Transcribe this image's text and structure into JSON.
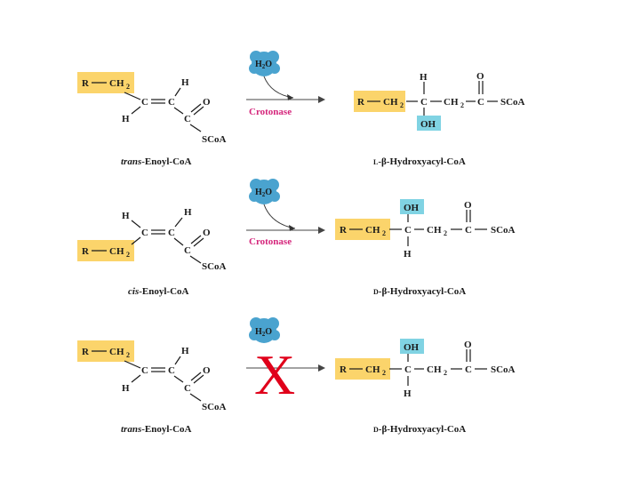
{
  "labels": {
    "r_group": "R",
    "ch2": "CH",
    "two": "2",
    "h": "H",
    "c": "C",
    "o": "O",
    "oh": "OH",
    "scoa": "SCoA",
    "water": "H",
    "water_two": "2",
    "water_o": "O",
    "enzyme": "Crotonase",
    "x_mark": "X"
  },
  "reactions": [
    {
      "substrate_prefix": "trans",
      "substrate_suffix": "-Enoyl-CoA",
      "product_prefix": "L",
      "product_suffix": "-β-Hydroxyacyl-CoA"
    },
    {
      "substrate_prefix": "cis",
      "substrate_suffix": "-Enoyl-CoA",
      "product_prefix": "D",
      "product_suffix": "-β-Hydroxyacyl-CoA"
    },
    {
      "substrate_prefix": "trans",
      "substrate_suffix": "-Enoyl-CoA",
      "product_prefix": "D",
      "product_suffix": "-β-Hydroxyacyl-CoA"
    }
  ],
  "colors": {
    "alkyl_highlight": "#fbd46b",
    "hydroxyl_highlight": "#80d3e3",
    "water_molecule": "#4aa3cf",
    "enzyme_text": "#d4237a",
    "x_mark": "#e0001a"
  }
}
